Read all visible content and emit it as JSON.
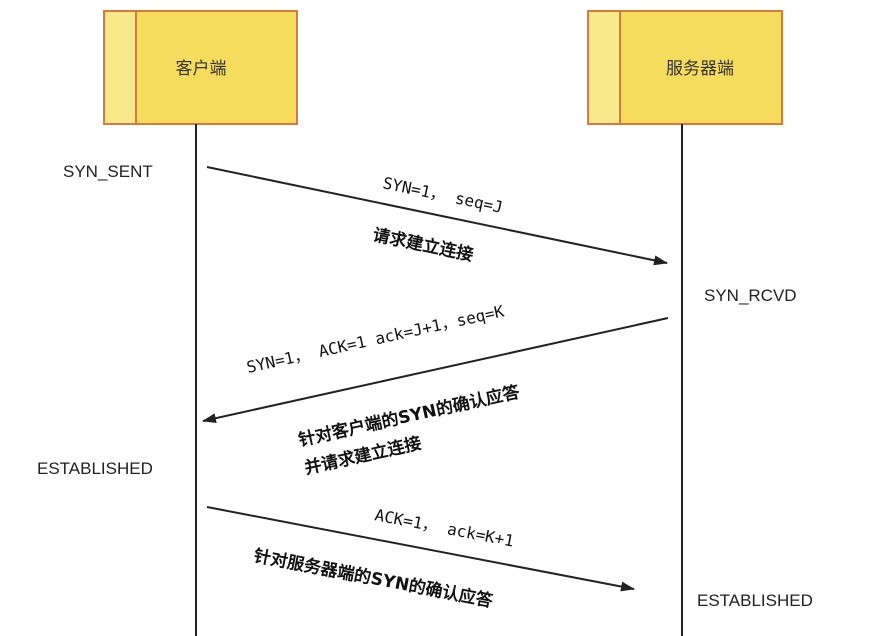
{
  "colors": {
    "box_fill": "#f6dc5c",
    "box_fill_light": "#f9e98a",
    "box_border": "#d87a3c",
    "line": "#222222"
  },
  "client": {
    "label": "客户端"
  },
  "server": {
    "label": "服务器端"
  },
  "states": {
    "client_syn_sent": "SYN_SENT",
    "server_syn_rcvd": "SYN_RCVD",
    "client_established": "ESTABLISHED",
    "server_established": "ESTABLISHED"
  },
  "messages": [
    {
      "params": "SYN=1， seq=J",
      "desc": "请求建立连接"
    },
    {
      "params": "SYN=1， ACK=1   ack=J+1，seq=K",
      "desc_line1": "针对客户端的SYN的确认应答",
      "desc_line2": "并请求建立连接"
    },
    {
      "params": "ACK=1， ack=K+1",
      "desc": "针对服务器端的SYN的确认应答"
    }
  ]
}
